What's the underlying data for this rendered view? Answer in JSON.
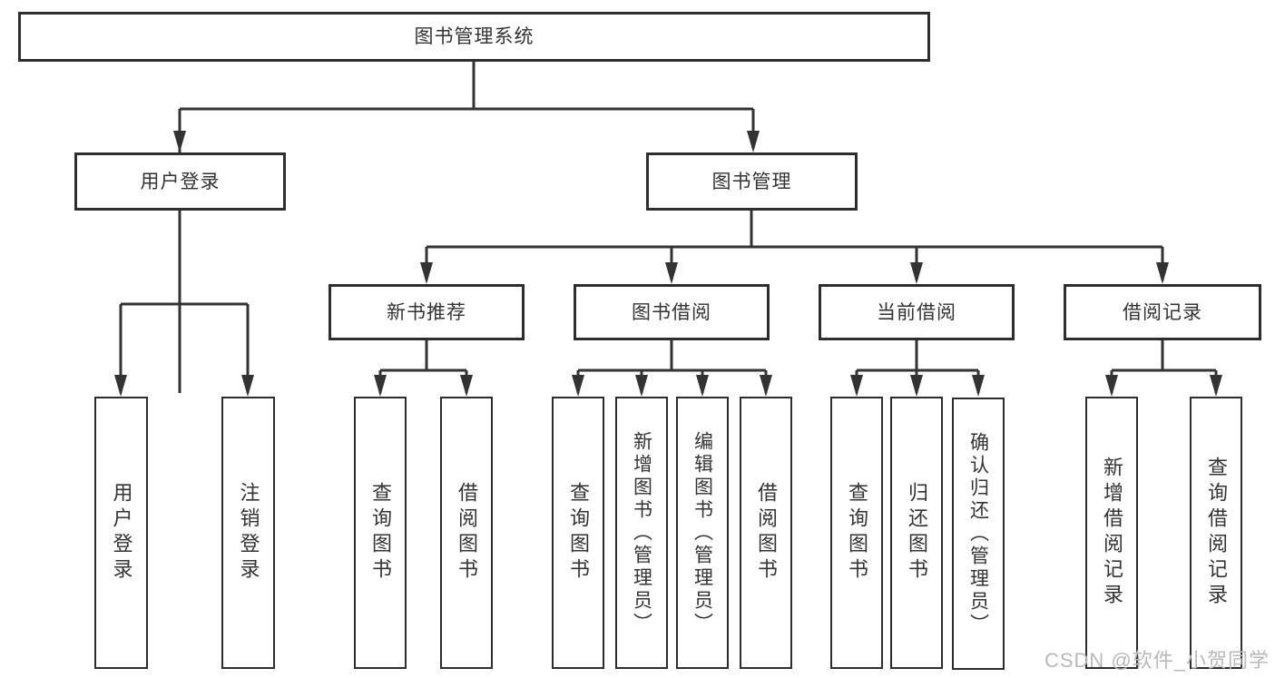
{
  "diagram": {
    "root": {
      "label": "图书管理系统"
    },
    "branches": [
      {
        "label": "用户登录",
        "children": [
          {
            "label": "用户登录"
          },
          {
            "label": "注销登录"
          }
        ]
      },
      {
        "label": "图书管理",
        "children": [
          {
            "label": "新书推荐",
            "children": [
              {
                "label": "查询图书"
              },
              {
                "label": "借阅图书"
              }
            ]
          },
          {
            "label": "图书借阅",
            "children": [
              {
                "label": "查询图书"
              },
              {
                "label": "新增图书（管理员）"
              },
              {
                "label": "编辑图书（管理员）"
              },
              {
                "label": "借阅图书"
              }
            ]
          },
          {
            "label": "当前借阅",
            "children": [
              {
                "label": "查询图书"
              },
              {
                "label": "归还图书"
              },
              {
                "label": "确认归还（管理员）"
              }
            ]
          },
          {
            "label": "借阅记录",
            "children": [
              {
                "label": "新增借阅记录"
              },
              {
                "label": "查询借阅记录"
              }
            ]
          }
        ]
      }
    ]
  },
  "watermark": {
    "text": "CSDN @软件_小贺同学"
  },
  "colors": {
    "line": "#333333",
    "box_border": "#2d2d2d",
    "text": "#333333",
    "watermark": "#b9b9b9",
    "background": "#ffffff"
  }
}
